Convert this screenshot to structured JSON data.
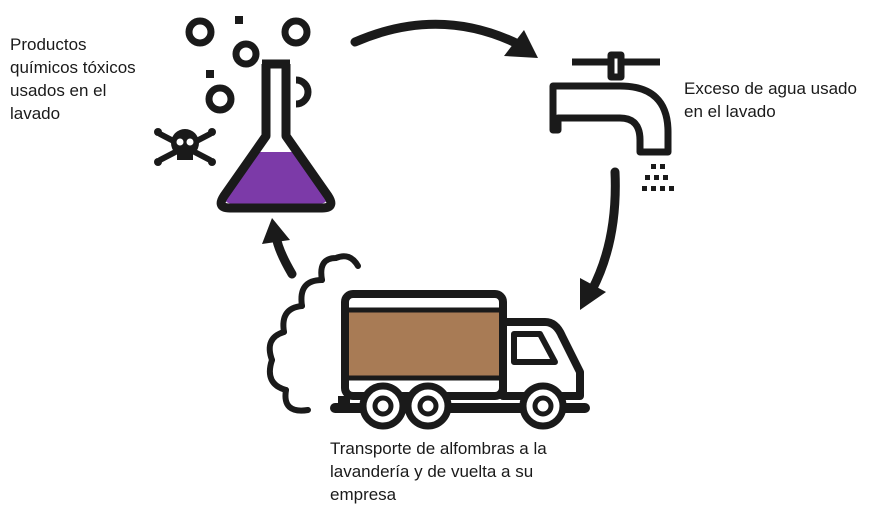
{
  "diagram": {
    "labels": {
      "chemicals": "Productos\nquímicos tóxicos\nusados en el\nlavado",
      "water": "Exceso de agua usado\nen el lavado",
      "transport": "Transporte de alfombras a la\nlavandería y de vuelta a su\nempresa"
    },
    "icons": [
      "flask-icon",
      "skull-crossbones-icon",
      "bubbles-icon",
      "faucet-icon",
      "water-drops-icon",
      "truck-icon",
      "exhaust-smoke-icon"
    ],
    "colors": {
      "outline": "#1a1a1a",
      "chemical_liquid": "#7c3aa8",
      "cargo": "#a87b55",
      "background": "#ffffff"
    }
  }
}
